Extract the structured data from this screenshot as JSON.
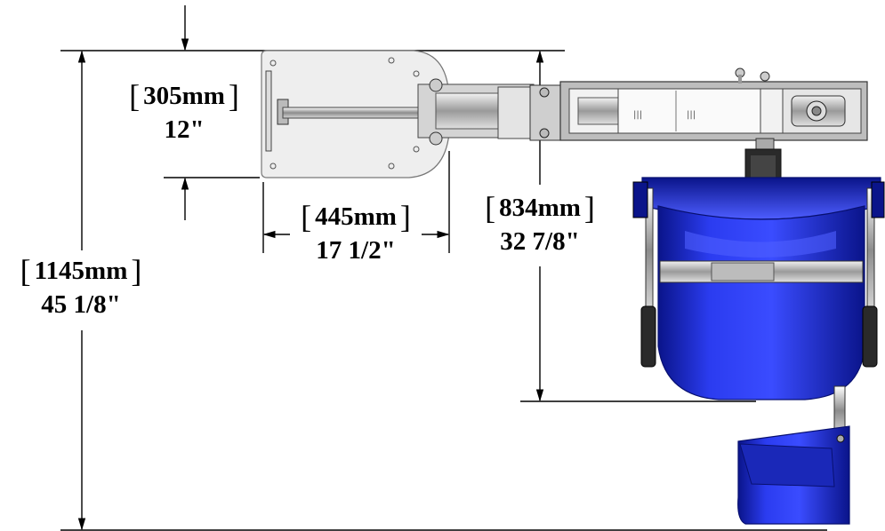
{
  "dimensions": [
    {
      "id": "height-total",
      "mm": "1145mm",
      "inches": "45 1/8\""
    },
    {
      "id": "plate-height",
      "mm": "305mm",
      "inches": "12\""
    },
    {
      "id": "plate-width",
      "mm": "445mm",
      "inches": "17 1/2\""
    },
    {
      "id": "arm-height",
      "mm": "834mm",
      "inches": "32 7/8\""
    }
  ],
  "colors": {
    "line": "#000000",
    "tank_blue": "#1f2fd6",
    "tank_dark": "#0a148a",
    "metal": "#c8c8c8",
    "plate": "#eeeeee"
  }
}
